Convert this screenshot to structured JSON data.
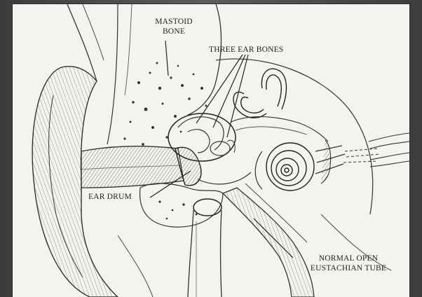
{
  "labels": {
    "mastoid_line1": "MASTOID",
    "mastoid_line2": "BONE",
    "three_ear_bones": "THREE EAR BONES",
    "ear_drum": "EAR DRUM",
    "tube_line1": "NORMAL OPEN",
    "tube_line2": "EUSTACHIAN TUBE"
  },
  "colors": {
    "background": "#4a4a4a",
    "paper": "#f4f3ef",
    "ink": "#222222"
  }
}
